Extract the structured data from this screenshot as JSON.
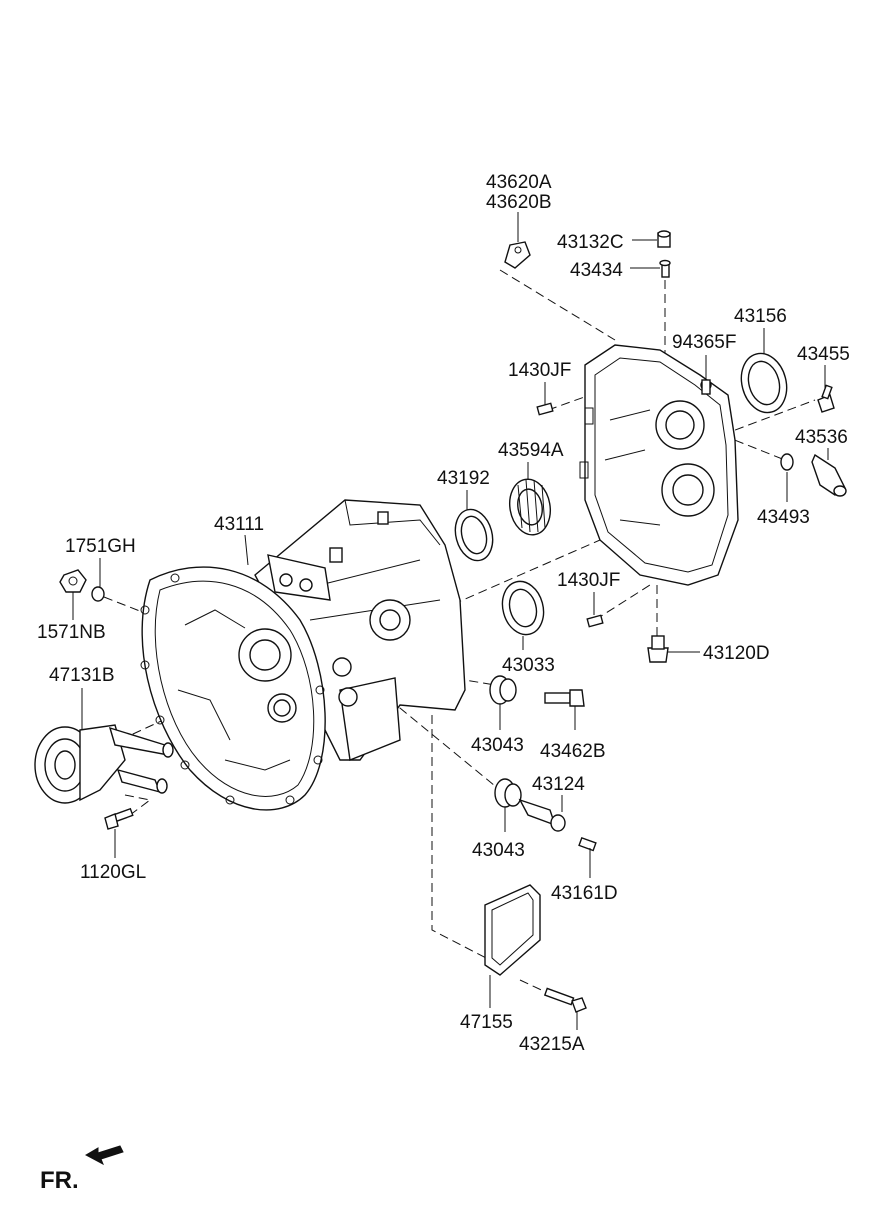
{
  "labels": {
    "p43620A": "43620A",
    "p43620B": "43620B",
    "p43132C": "43132C",
    "p43434": "43434",
    "p43156": "43156",
    "p94365F": "94365F",
    "p43455": "43455",
    "p1430JF_top": "1430JF",
    "p43536": "43536",
    "p43594A": "43594A",
    "p43192": "43192",
    "p43493": "43493",
    "p43111": "43111",
    "p1751GH": "1751GH",
    "p1430JF_mid": "1430JF",
    "p1571NB": "1571NB",
    "p43033": "43033",
    "p43120D": "43120D",
    "p47131B": "47131B",
    "p43043_a": "43043",
    "p43462B": "43462B",
    "p43124": "43124",
    "p43043_b": "43043",
    "p43161D": "43161D",
    "p1120GL": "1120GL",
    "p47155": "47155",
    "p43215A": "43215A"
  },
  "direction": {
    "label": "FR.",
    "arrow_icon": "front-direction-arrow-icon"
  }
}
